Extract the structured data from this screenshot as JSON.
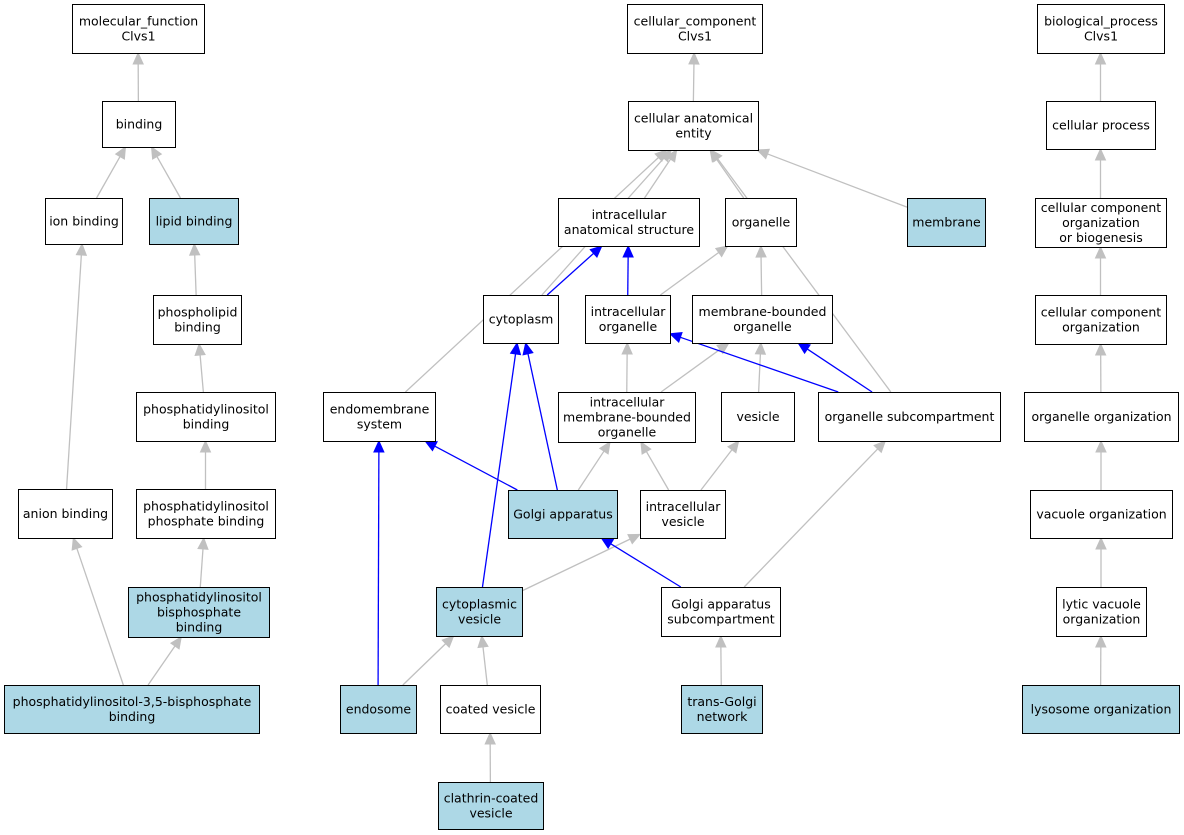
{
  "colors": {
    "highlight_fill": "#add8e6",
    "plain_fill": "#ffffff",
    "gray_edge": "#c0c0c0",
    "blue_edge": "#0000ff"
  },
  "nodes": [
    {
      "id": "mf",
      "lines": [
        "molecular_function",
        "Clvs1"
      ],
      "highlight": false
    },
    {
      "id": "binding",
      "lines": [
        "binding"
      ],
      "highlight": false
    },
    {
      "id": "ion_binding",
      "lines": [
        "ion binding"
      ],
      "highlight": false
    },
    {
      "id": "lipid_binding",
      "lines": [
        "lipid binding"
      ],
      "highlight": true
    },
    {
      "id": "phospholipid",
      "lines": [
        "phospholipid",
        "binding"
      ],
      "highlight": false
    },
    {
      "id": "pi_binding",
      "lines": [
        "phosphatidylinositol",
        "binding"
      ],
      "highlight": false
    },
    {
      "id": "pip_binding",
      "lines": [
        "phosphatidylinositol",
        "phosphate binding"
      ],
      "highlight": false
    },
    {
      "id": "pip2_binding",
      "lines": [
        "phosphatidylinositol",
        "bisphosphate",
        "binding"
      ],
      "highlight": true
    },
    {
      "id": "anion_binding",
      "lines": [
        "anion binding"
      ],
      "highlight": false
    },
    {
      "id": "pi35",
      "lines": [
        "phosphatidylinositol-3,5-bisphosphate",
        "binding"
      ],
      "highlight": true
    },
    {
      "id": "cc",
      "lines": [
        "cellular_component",
        "Clvs1"
      ],
      "highlight": false
    },
    {
      "id": "cae",
      "lines": [
        "cellular anatomical",
        "entity"
      ],
      "highlight": false
    },
    {
      "id": "ias",
      "lines": [
        "intracellular",
        "anatomical structure"
      ],
      "highlight": false
    },
    {
      "id": "organelle",
      "lines": [
        "organelle"
      ],
      "highlight": false
    },
    {
      "id": "membrane",
      "lines": [
        "membrane"
      ],
      "highlight": true
    },
    {
      "id": "cytoplasm",
      "lines": [
        "cytoplasm"
      ],
      "highlight": false
    },
    {
      "id": "io",
      "lines": [
        "intracellular",
        "organelle"
      ],
      "highlight": false
    },
    {
      "id": "mbo",
      "lines": [
        "membrane-bounded",
        "organelle"
      ],
      "highlight": false
    },
    {
      "id": "endomembrane",
      "lines": [
        "endomembrane",
        "system"
      ],
      "highlight": false
    },
    {
      "id": "imbo",
      "lines": [
        "intracellular",
        "membrane-bounded",
        "organelle"
      ],
      "highlight": false
    },
    {
      "id": "vesicle",
      "lines": [
        "vesicle"
      ],
      "highlight": false
    },
    {
      "id": "osub",
      "lines": [
        "organelle subcompartment"
      ],
      "highlight": false
    },
    {
      "id": "golgi",
      "lines": [
        "Golgi apparatus"
      ],
      "highlight": true
    },
    {
      "id": "ivesicle",
      "lines": [
        "intracellular",
        "vesicle"
      ],
      "highlight": false
    },
    {
      "id": "cvesicle",
      "lines": [
        "cytoplasmic",
        "vesicle"
      ],
      "highlight": true
    },
    {
      "id": "gasub",
      "lines": [
        "Golgi apparatus",
        "subcompartment"
      ],
      "highlight": false
    },
    {
      "id": "endosome",
      "lines": [
        "endosome"
      ],
      "highlight": true
    },
    {
      "id": "coated",
      "lines": [
        "coated vesicle"
      ],
      "highlight": false
    },
    {
      "id": "tgn",
      "lines": [
        "trans-Golgi",
        "network"
      ],
      "highlight": true
    },
    {
      "id": "ccv",
      "lines": [
        "clathrin-coated",
        "vesicle"
      ],
      "highlight": true
    },
    {
      "id": "bp",
      "lines": [
        "biological_process",
        "Clvs1"
      ],
      "highlight": false
    },
    {
      "id": "cp",
      "lines": [
        "cellular process"
      ],
      "highlight": false
    },
    {
      "id": "ccob",
      "lines": [
        "cellular component",
        "organization",
        "or biogenesis"
      ],
      "highlight": false
    },
    {
      "id": "cco",
      "lines": [
        "cellular component",
        "organization"
      ],
      "highlight": false
    },
    {
      "id": "oo",
      "lines": [
        "organelle organization"
      ],
      "highlight": false
    },
    {
      "id": "vo",
      "lines": [
        "vacuole organization"
      ],
      "highlight": false
    },
    {
      "id": "lvo",
      "lines": [
        "lytic vacuole",
        "organization"
      ],
      "highlight": false
    },
    {
      "id": "lo",
      "lines": [
        "lysosome organization"
      ],
      "highlight": true
    }
  ],
  "edges": [
    {
      "from": "binding",
      "to": "mf",
      "color": "gray"
    },
    {
      "from": "ion_binding",
      "to": "binding",
      "color": "gray"
    },
    {
      "from": "lipid_binding",
      "to": "binding",
      "color": "gray"
    },
    {
      "from": "phospholipid",
      "to": "lipid_binding",
      "color": "gray"
    },
    {
      "from": "pi_binding",
      "to": "phospholipid",
      "color": "gray"
    },
    {
      "from": "pip_binding",
      "to": "pi_binding",
      "color": "gray"
    },
    {
      "from": "pip2_binding",
      "to": "pip_binding",
      "color": "gray"
    },
    {
      "from": "anion_binding",
      "to": "ion_binding",
      "color": "gray"
    },
    {
      "from": "pi35",
      "to": "anion_binding",
      "color": "gray"
    },
    {
      "from": "pi35",
      "to": "pip2_binding",
      "color": "gray"
    },
    {
      "from": "cae",
      "to": "cc",
      "color": "gray"
    },
    {
      "from": "ias",
      "to": "cae",
      "color": "gray"
    },
    {
      "from": "organelle",
      "to": "cae",
      "color": "gray"
    },
    {
      "from": "membrane",
      "to": "cae",
      "color": "gray"
    },
    {
      "from": "cytoplasm",
      "to": "cae",
      "color": "gray"
    },
    {
      "from": "endomembrane",
      "to": "cae",
      "color": "gray"
    },
    {
      "from": "osub",
      "to": "cae",
      "color": "gray"
    },
    {
      "from": "cytoplasm",
      "to": "ias",
      "color": "blue"
    },
    {
      "from": "io",
      "to": "ias",
      "color": "blue"
    },
    {
      "from": "io",
      "to": "organelle",
      "color": "gray"
    },
    {
      "from": "mbo",
      "to": "organelle",
      "color": "gray"
    },
    {
      "from": "imbo",
      "to": "io",
      "color": "gray"
    },
    {
      "from": "imbo",
      "to": "mbo",
      "color": "gray"
    },
    {
      "from": "vesicle",
      "to": "mbo",
      "color": "gray"
    },
    {
      "from": "osub",
      "to": "io",
      "color": "blue"
    },
    {
      "from": "osub",
      "to": "mbo",
      "color": "blue"
    },
    {
      "from": "golgi",
      "to": "endomembrane",
      "color": "blue"
    },
    {
      "from": "golgi",
      "to": "cytoplasm",
      "color": "blue"
    },
    {
      "from": "golgi",
      "to": "imbo",
      "color": "gray"
    },
    {
      "from": "ivesicle",
      "to": "imbo",
      "color": "gray"
    },
    {
      "from": "ivesicle",
      "to": "vesicle",
      "color": "gray"
    },
    {
      "from": "cvesicle",
      "to": "cytoplasm",
      "color": "blue"
    },
    {
      "from": "cvesicle",
      "to": "ivesicle",
      "color": "gray"
    },
    {
      "from": "gasub",
      "to": "golgi",
      "color": "blue"
    },
    {
      "from": "gasub",
      "to": "osub",
      "color": "gray"
    },
    {
      "from": "endosome",
      "to": "endomembrane",
      "color": "blue"
    },
    {
      "from": "endosome",
      "to": "cvesicle",
      "color": "gray"
    },
    {
      "from": "coated",
      "to": "cvesicle",
      "color": "gray"
    },
    {
      "from": "tgn",
      "to": "gasub",
      "color": "gray"
    },
    {
      "from": "ccv",
      "to": "coated",
      "color": "gray"
    },
    {
      "from": "cp",
      "to": "bp",
      "color": "gray"
    },
    {
      "from": "ccob",
      "to": "cp",
      "color": "gray"
    },
    {
      "from": "cco",
      "to": "ccob",
      "color": "gray"
    },
    {
      "from": "oo",
      "to": "cco",
      "color": "gray"
    },
    {
      "from": "vo",
      "to": "oo",
      "color": "gray"
    },
    {
      "from": "lvo",
      "to": "vo",
      "color": "gray"
    },
    {
      "from": "lo",
      "to": "lvo",
      "color": "gray"
    }
  ]
}
